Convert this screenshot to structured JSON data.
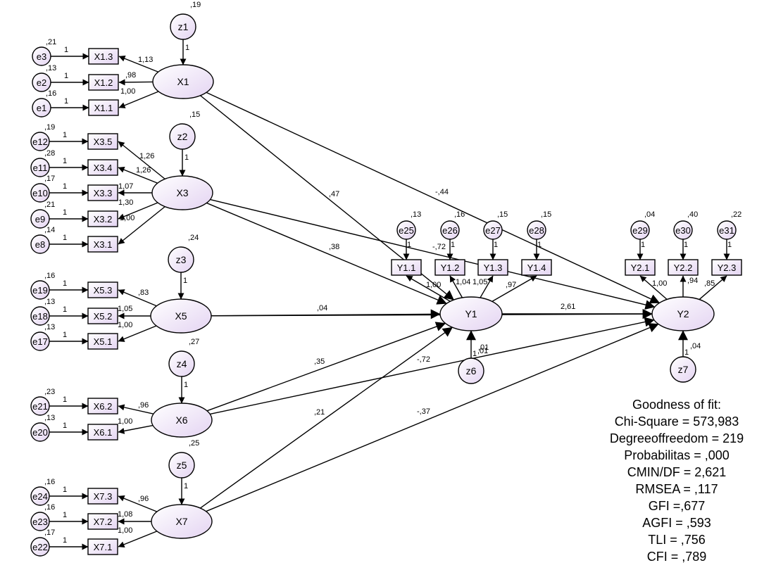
{
  "latent_nodes": {
    "X1": {
      "label": "X1"
    },
    "X3": {
      "label": "X3"
    },
    "X5": {
      "label": "X5"
    },
    "X6": {
      "label": "X6"
    },
    "X7": {
      "label": "X7"
    },
    "Y1": {
      "label": "Y1"
    },
    "Y2": {
      "label": "Y2"
    }
  },
  "disturbances": [
    {
      "id": "z1",
      "label": "z1",
      "variance": ",19",
      "path": "1"
    },
    {
      "id": "z2",
      "label": "z2",
      "variance": ",15",
      "path": "1"
    },
    {
      "id": "z3",
      "label": "z3",
      "variance": ",24",
      "path": "1"
    },
    {
      "id": "z4",
      "label": "z4",
      "variance": ",27",
      "path": "1"
    },
    {
      "id": "z5",
      "label": "z5",
      "variance": ",25",
      "path": "1"
    },
    {
      "id": "z6",
      "label": "z6",
      "variance": ",01",
      "path": "1"
    },
    {
      "id": "z7",
      "label": "z7",
      "variance": ",04",
      "path": "1"
    }
  ],
  "indicators": [
    {
      "id": "X1.3",
      "label": "X1.3",
      "error": "e3",
      "error_var": ",21",
      "error_path": "1",
      "loading": "1,13"
    },
    {
      "id": "X1.2",
      "label": "X1.2",
      "error": "e2",
      "error_var": ",13",
      "error_path": "1",
      "loading": ",98"
    },
    {
      "id": "X1.1",
      "label": "X1.1",
      "error": "e1",
      "error_var": ",16",
      "error_path": "1",
      "loading": "1,00"
    },
    {
      "id": "X3.5",
      "label": "X3.5",
      "error": "e12",
      "error_var": ",19",
      "error_path": "1",
      "loading": "1,26"
    },
    {
      "id": "X3.4",
      "label": "X3.4",
      "error": "e11",
      "error_var": ",28",
      "error_path": "1",
      "loading": "1,26"
    },
    {
      "id": "X3.3",
      "label": "X3.3",
      "error": "e10",
      "error_var": ",17",
      "error_path": "1",
      "loading": "1,07"
    },
    {
      "id": "X3.2",
      "label": "X3.2",
      "error": "e9",
      "error_var": ",21",
      "error_path": "1",
      "loading": "1,30"
    },
    {
      "id": "X3.1",
      "label": "X3.1",
      "error": "e8",
      "error_var": ",14",
      "error_path": "1",
      "loading": "1,00"
    },
    {
      "id": "X5.3",
      "label": "X5.3",
      "error": "e19",
      "error_var": ",16",
      "error_path": "1",
      "loading": ",83"
    },
    {
      "id": "X5.2",
      "label": "X5.2",
      "error": "e18",
      "error_var": ",13",
      "error_path": "1",
      "loading": "1,05"
    },
    {
      "id": "X5.1",
      "label": "X5.1",
      "error": "e17",
      "error_var": ",13",
      "error_path": "1",
      "loading": "1,00"
    },
    {
      "id": "X6.2",
      "label": "X6.2",
      "error": "e21",
      "error_var": ",23",
      "error_path": "1",
      "loading": ",96"
    },
    {
      "id": "X6.1",
      "label": "X6.1",
      "error": "e20",
      "error_var": ",13",
      "error_path": "1",
      "loading": "1,00"
    },
    {
      "id": "X7.3",
      "label": "X7.3",
      "error": "e24",
      "error_var": ",16",
      "error_path": "1",
      "loading": ",96"
    },
    {
      "id": "X7.2",
      "label": "X7.2",
      "error": "e23",
      "error_var": ",16",
      "error_path": "1",
      "loading": "1,08"
    },
    {
      "id": "X7.1",
      "label": "X7.1",
      "error": "e22",
      "error_var": ",17",
      "error_path": "1",
      "loading": "1,00"
    },
    {
      "id": "Y1.1",
      "label": "Y1.1",
      "error": "e25",
      "error_var": ",13",
      "error_path": "1",
      "loading": "1,00"
    },
    {
      "id": "Y1.2",
      "label": "Y1.2",
      "error": "e26",
      "error_var": ",16",
      "error_path": "1",
      "loading": "1,04"
    },
    {
      "id": "Y1.3",
      "label": "Y1.3",
      "error": "e27",
      "error_var": ",15",
      "error_path": "1",
      "loading": "1,05"
    },
    {
      "id": "Y1.4",
      "label": "Y1.4",
      "error": "e28",
      "error_var": ",15",
      "error_path": "1",
      "loading": ",97"
    },
    {
      "id": "Y2.1",
      "label": "Y2.1",
      "error": "e29",
      "error_var": ",04",
      "error_path": "1",
      "loading": "1,00"
    },
    {
      "id": "Y2.2",
      "label": "Y2.2",
      "error": "e30",
      "error_var": ",40",
      "error_path": "1",
      "loading": ",94"
    },
    {
      "id": "Y2.3",
      "label": "Y2.3",
      "error": "e31",
      "error_var": ",22",
      "error_path": "1",
      "loading": ",85"
    }
  ],
  "structural_paths": [
    {
      "from": "X1",
      "to": "Y1",
      "coef": ",47"
    },
    {
      "from": "X1",
      "to": "Y2",
      "coef": "-,44"
    },
    {
      "from": "X3",
      "to": "Y1",
      "coef": ",38"
    },
    {
      "from": "X3",
      "to": "Y2",
      "coef": "-,72"
    },
    {
      "from": "X5",
      "to": "Y1",
      "coef": ",04"
    },
    {
      "from": "X5",
      "to": "Y2",
      "coef": ",01"
    },
    {
      "from": "X6",
      "to": "Y1",
      "coef": ",35"
    },
    {
      "from": "X6",
      "to": "Y2",
      "coef": "-,72"
    },
    {
      "from": "X7",
      "to": "Y1",
      "coef": ",21"
    },
    {
      "from": "X7",
      "to": "Y2",
      "coef": "-,37"
    },
    {
      "from": "Y1",
      "to": "Y2",
      "coef": "2,61"
    }
  ],
  "goodness_of_fit": {
    "title": "Goodness of fit:",
    "chi_square": "Chi-Square = 573,983",
    "df": "Degreeoffreedom = 219",
    "probability": "Probabilitas = ,000",
    "cmin_df": "CMIN/DF = 2,621",
    "rmsea": "RMSEA = ,117",
    "gfi": "GFI =,677",
    "agfi": "AGFI = ,593",
    "tli": "TLI = ,756",
    "cfi": "CFI = ,789"
  },
  "colors": {
    "node_fill_light": "#ffffff",
    "node_fill_dark": "#e4d4f2",
    "stroke": "#000000"
  }
}
